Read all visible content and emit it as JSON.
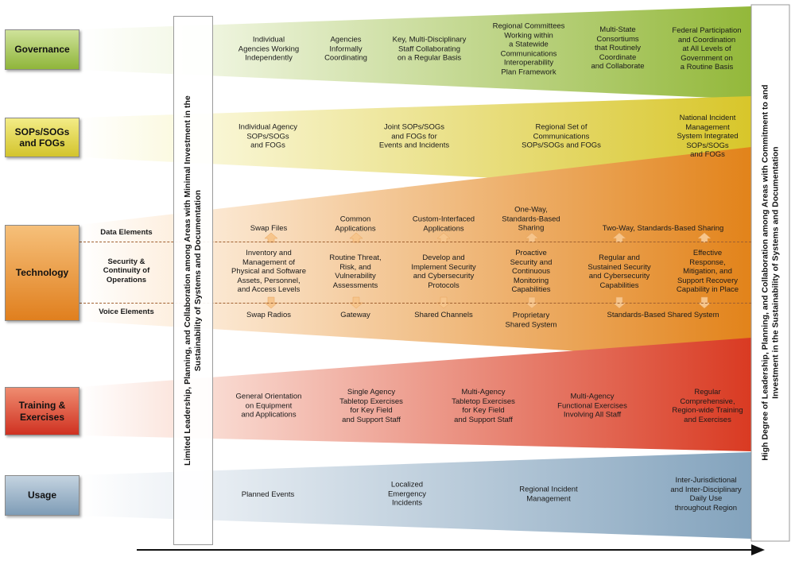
{
  "colors": {
    "governance": "#9cbf3f",
    "sops": "#dcd232",
    "technology": "#e78a1f",
    "training": "#dc3a22",
    "usage": "#8aa9c2"
  },
  "rows": {
    "governance": {
      "label": "Governance",
      "cells": [
        "Individual\nAgencies Working\nIndependently",
        "Agencies\nInformally\nCoordinating",
        "Key, Multi-Disciplinary\nStaff Collaborating\non a Regular Basis",
        "Regional Committees\nWorking within\na Statewide\nCommunications\nInteroperability\nPlan Framework",
        "Multi-State\nConsortiums\nthat Routinely\nCoordinate\nand Collaborate",
        "Federal Participation\nand Coordination\nat All Levels of\nGovernment on\na Routine Basis"
      ]
    },
    "sops": {
      "label": "SOPs/SOGs\nand FOGs",
      "cells": [
        "Individual Agency\nSOPs/SOGs\nand FOGs",
        "Joint SOPs/SOGs\nand FOGs for\nEvents and Incidents",
        "Regional Set of\nCommunications\nSOPs/SOGs and FOGs",
        "National Incident\nManagement\nSystem Integrated\nSOPs/SOGs\nand FOGs"
      ]
    },
    "technology": {
      "label": "Technology",
      "sub": {
        "data": "Data Elements",
        "security": "Security &\nContinuity of\nOperations",
        "voice": "Voice Elements"
      },
      "data_cells": [
        "Swap Files",
        "Common\nApplications",
        "Custom-Interfaced\nApplications",
        "One-Way,\nStandards-Based\nSharing",
        "Two-Way, Standards-Based Sharing"
      ],
      "security_cells": [
        "Inventory and\nManagement of\nPhysical and Software\nAssets, Personnel,\nand Access Levels",
        "Routine Threat,\nRisk, and\nVulnerability\nAssessments",
        "Develop and\nImplement Security\nand Cybersecurity\nProtocols",
        "Proactive\nSecurity and\nContinuous\nMonitoring\nCapabilities",
        "Regular and\nSustained Security\nand Cybersecurity\nCapabilities",
        "Effective\nResponse,\nMitigation, and\nSupport Recovery\nCapability in Place"
      ],
      "voice_cells": [
        "Swap Radios",
        "Gateway",
        "Shared Channels",
        "Proprietary\nShared System",
        "Standards-Based Shared System"
      ]
    },
    "training": {
      "label": "Training &\nExercises",
      "cells": [
        "General Orientation\non Equipment\nand Applications",
        "Single Agency\nTabletop Exercises\nfor Key Field\nand Support Staff",
        "Multi-Agency\nTabletop Exercises\nfor Key Field\nand Support Staff",
        "Multi-Agency\nFunctional Exercises\nInvolving All Staff",
        "Regular\nComprehensive,\nRegion-wide Training\nand Exercises"
      ]
    },
    "usage": {
      "label": "Usage",
      "cells": [
        "Planned Events",
        "Localized\nEmergency\nIncidents",
        "Regional Incident\nManagement",
        "Inter-Jurisdictional\nand Inter-Disciplinary\nDaily Use\nthroughout Region"
      ]
    }
  },
  "left_bar": {
    "line1": "Limited Leadership, Planning, and Collaboration among Areas with Minimal Investment in the",
    "line2": "Sustainability of Systems and Documentation"
  },
  "right_bar": {
    "line1": "High Degree of Leadership, Planning, and Collaboration among Areas with Commitment to and",
    "line2": "Investment in the Sustainability of Systems and Documentation"
  }
}
